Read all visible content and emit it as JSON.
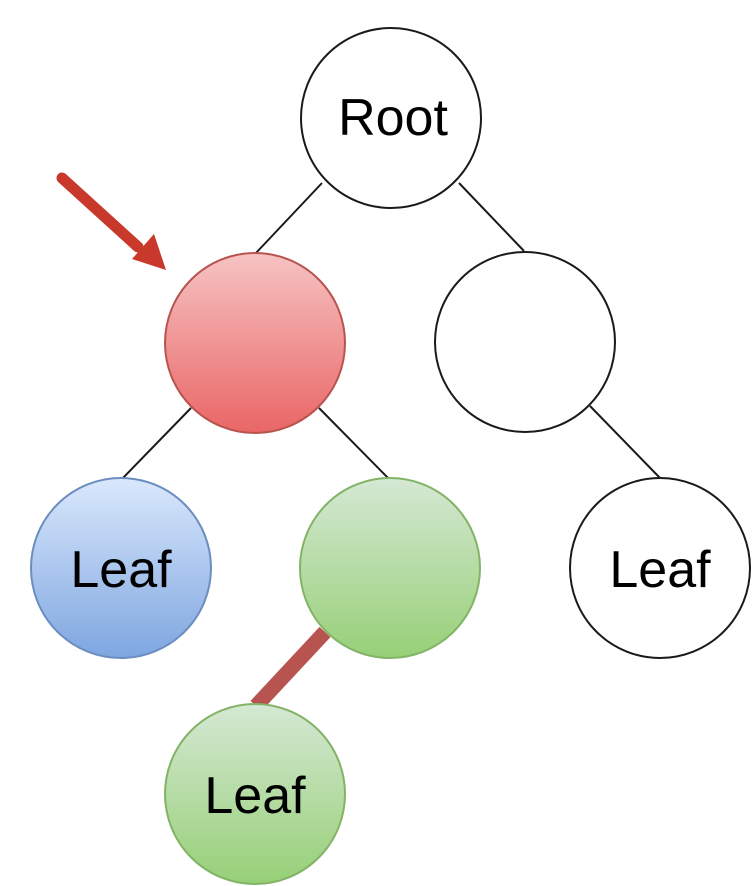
{
  "tree": {
    "nodes": [
      {
        "id": "root",
        "label": "Root",
        "style": "plain"
      },
      {
        "id": "left-child",
        "label": "",
        "style": "red",
        "marked_by_arrow": true
      },
      {
        "id": "right-child",
        "label": "",
        "style": "plain"
      },
      {
        "id": "left-left-leaf",
        "label": "Leaf",
        "style": "blue"
      },
      {
        "id": "left-right-child",
        "label": "",
        "style": "green"
      },
      {
        "id": "right-right-leaf",
        "label": "Leaf",
        "style": "plain"
      },
      {
        "id": "bottom-leaf",
        "label": "Leaf",
        "style": "green"
      }
    ],
    "edges": [
      {
        "from": "root",
        "to": "left-child",
        "highlighted": false
      },
      {
        "from": "root",
        "to": "right-child",
        "highlighted": false
      },
      {
        "from": "left-child",
        "to": "left-left-leaf",
        "highlighted": false
      },
      {
        "from": "left-child",
        "to": "left-right-child",
        "highlighted": false
      },
      {
        "from": "right-child",
        "to": "right-right-leaf",
        "highlighted": false
      },
      {
        "from": "left-right-child",
        "to": "bottom-leaf",
        "highlighted": true
      }
    ]
  },
  "colors": {
    "plain_fill": "#ffffff",
    "red_top": "#f6c3c3",
    "red_bottom": "#ea6666",
    "red_stroke": "#b85450",
    "blue_top": "#dae8fc",
    "blue_bottom": "#7ea6e0",
    "blue_stroke": "#6c8ebf",
    "green_top": "#d5e8d4",
    "green_bottom": "#97d077",
    "green_stroke": "#82b366",
    "highlight_edge": "#b85450",
    "arrow": "#c8392b"
  }
}
